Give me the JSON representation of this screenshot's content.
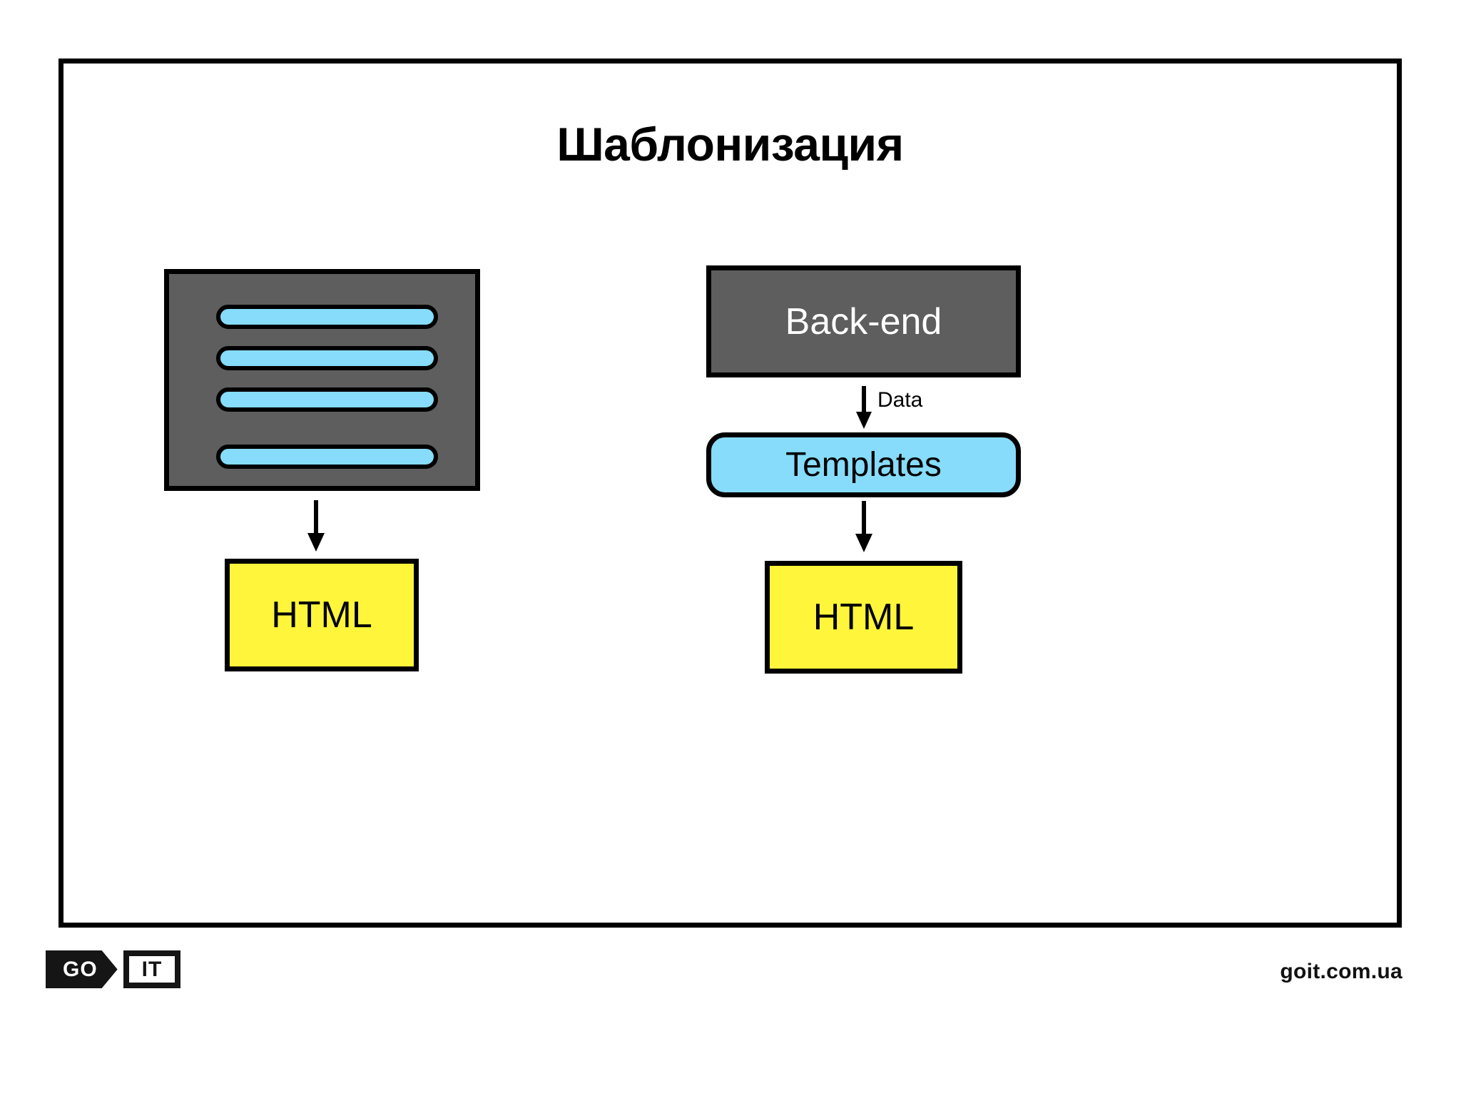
{
  "slide": {
    "title": "Шаблонизация",
    "frame_border_color": "#000000",
    "background": "#ffffff"
  },
  "colors": {
    "gray": "#5e5e5e",
    "blue": "#86dcfa",
    "yellow": "#fff53a",
    "black": "#000000",
    "white": "#ffffff"
  },
  "left_flow": {
    "page_mock": {
      "name": "static page mock",
      "fill": "#5e5e5e",
      "rows": [
        {
          "id": "row-1",
          "fill": "#86dcfa"
        },
        {
          "id": "row-2",
          "fill": "#86dcfa"
        },
        {
          "id": "row-3",
          "fill": "#86dcfa"
        },
        {
          "id": "row-4",
          "fill": "#86dcfa"
        }
      ]
    },
    "arrow": {
      "direction": "down",
      "label": ""
    },
    "output": {
      "label": "HTML",
      "fill": "#fff53a"
    }
  },
  "right_flow": {
    "backend": {
      "label": "Back-end",
      "fill": "#5e5e5e",
      "text_color": "#ffffff"
    },
    "arrow_data": {
      "direction": "down",
      "label": "Data"
    },
    "templates": {
      "label": "Templates",
      "fill": "#86dcfa",
      "text_color": "#000000"
    },
    "arrow_out": {
      "direction": "down",
      "label": ""
    },
    "output": {
      "label": "HTML",
      "fill": "#fff53a"
    }
  },
  "footer": {
    "logo": {
      "left_text": "GO",
      "right_text": "IT"
    },
    "url": "goit.com.ua"
  }
}
